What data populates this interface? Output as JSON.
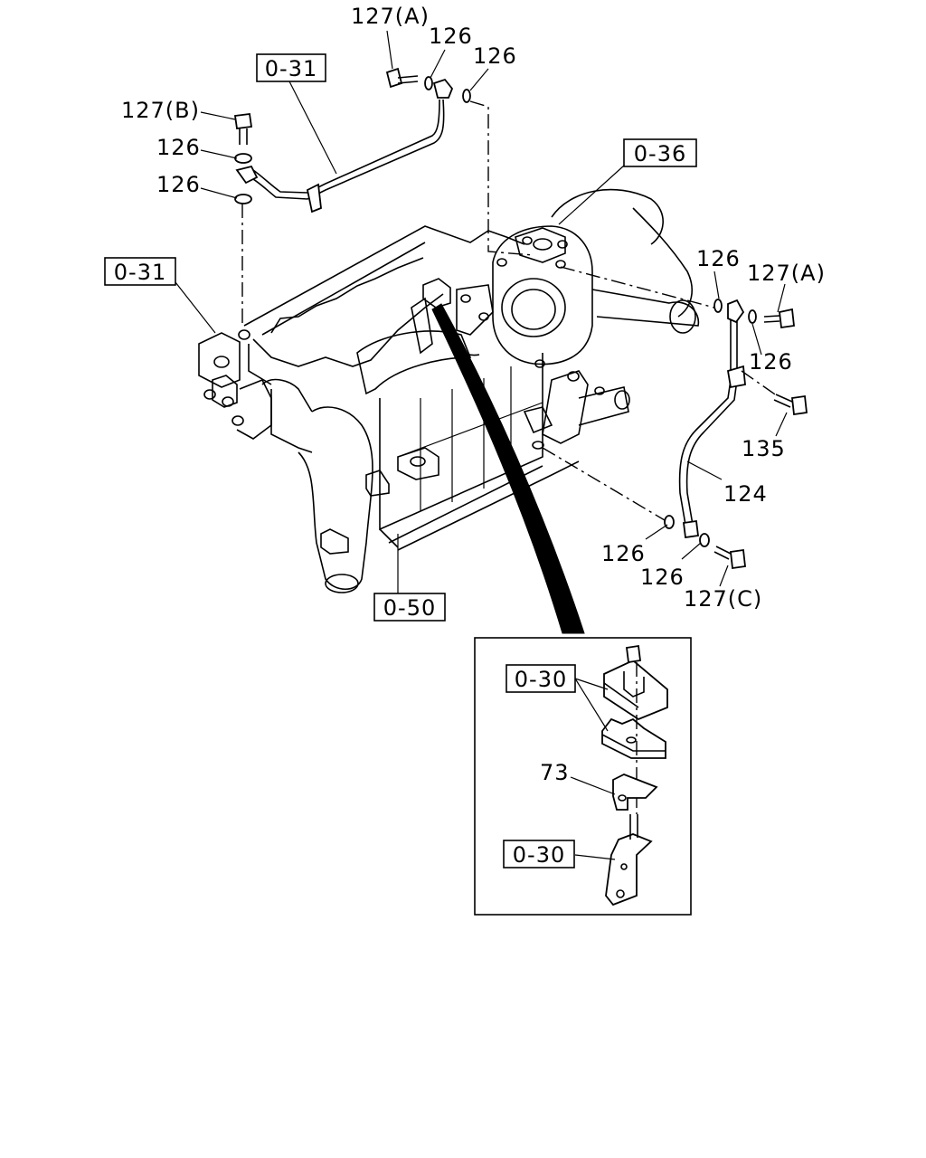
{
  "callouts": {
    "c127a_top": "127(A)",
    "c126_top1": "126",
    "c126_top2": "126",
    "c127b": "127(B)",
    "c126_left1": "126",
    "c126_left2": "126",
    "c126_right1": "126",
    "c127a_right": "127(A)",
    "c126_right2": "126",
    "c135": "135",
    "c124": "124",
    "c126_bottom1": "126",
    "c126_bottom2": "126",
    "c127c": "127(C)",
    "c73": "73"
  },
  "refs": {
    "r031_top": "0-31",
    "r031_left": "0-31",
    "r036": "0-36",
    "r050": "0-50",
    "r030_upper": "0-30",
    "r030_lower": "0-30"
  }
}
